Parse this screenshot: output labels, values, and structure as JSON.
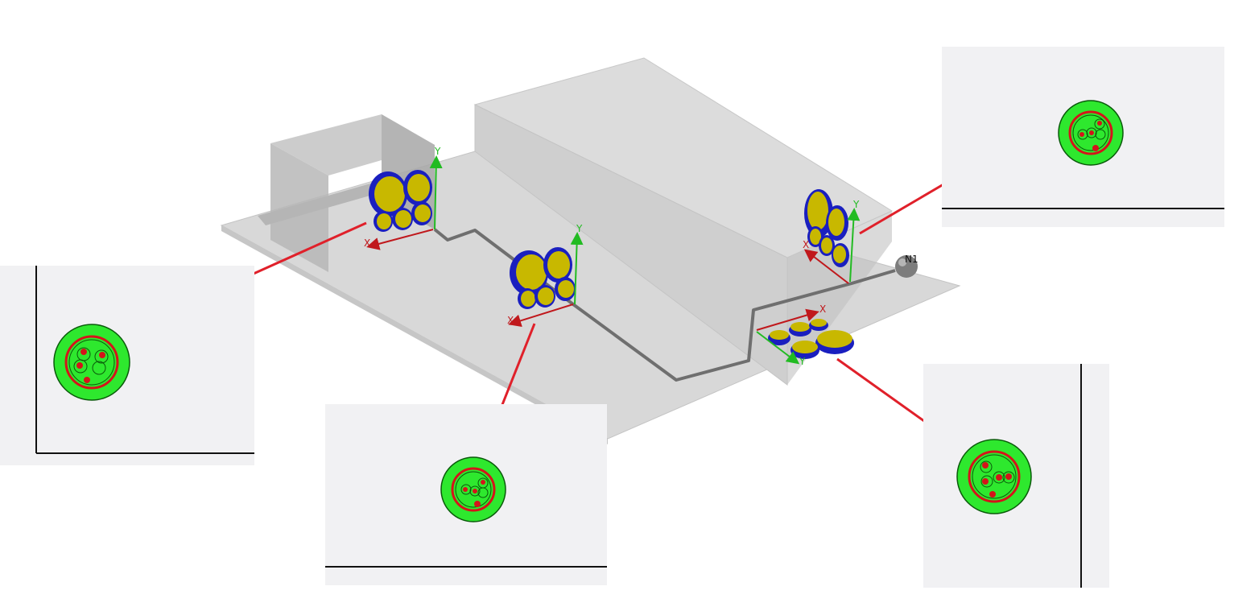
{
  "scene": {
    "node_label": "N1",
    "axis_x_label": "X",
    "axis_y_label": "Y"
  },
  "colors": {
    "ground": "#d6d6d6",
    "wall": "#c9c9c9",
    "cable_path": "#6f6f6f",
    "conductor_fill": "#c8b800",
    "conductor_ring": "#1a1fbf",
    "axis_x": "#c0181c",
    "axis_y": "#22bb22",
    "leader": "#e0202a",
    "panel_bg": "#f1f1f3",
    "section_outer": "#2ee82e",
    "section_inner": "#d4141a"
  },
  "cross_sections": [
    {
      "id": "left"
    },
    {
      "id": "middle"
    },
    {
      "id": "top-right"
    },
    {
      "id": "bottom-right"
    }
  ]
}
